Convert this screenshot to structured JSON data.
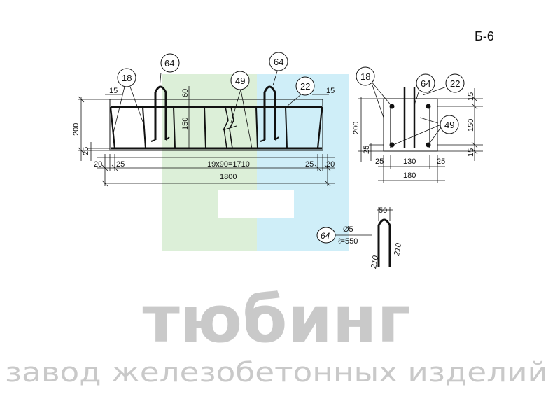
{
  "sheet_code": "Б-6",
  "watermark": {
    "brand": "тюбинг",
    "tagline": "завод железобетонных изделий",
    "colors": {
      "green": "#dcefd8",
      "blue": "#cfeef8",
      "gray": "#c9c9c9"
    }
  },
  "callouts": {
    "c18": "18",
    "c64": "64",
    "c49": "49",
    "c22": "22",
    "s18": "18",
    "s64": "64",
    "s22": "22",
    "s49": "49",
    "d64": "64"
  },
  "front_view": {
    "dim_15_left": "15",
    "dim_15_right": "15",
    "dim_60": "60",
    "dim_150": "150",
    "dim_200": "200",
    "dim_25_v": "25",
    "dim_20_left": "20",
    "dim_25_left": "25",
    "dim_span": "19x90=1710",
    "dim_25_right": "25",
    "dim_20_right": "20",
    "dim_total": "1800"
  },
  "side_view": {
    "dim_200": "200",
    "dim_25_v": "25",
    "dim_15_top": "15",
    "dim_150": "150",
    "dim_15_bottom": "15",
    "dim_25_left": "25",
    "dim_130": "130",
    "dim_25_right": "25",
    "dim_180": "180"
  },
  "detail": {
    "diameter": "Ø5",
    "length": "ℓ=550",
    "dim_50": "50",
    "dim_210_left": "210",
    "dim_210_right": "210"
  }
}
